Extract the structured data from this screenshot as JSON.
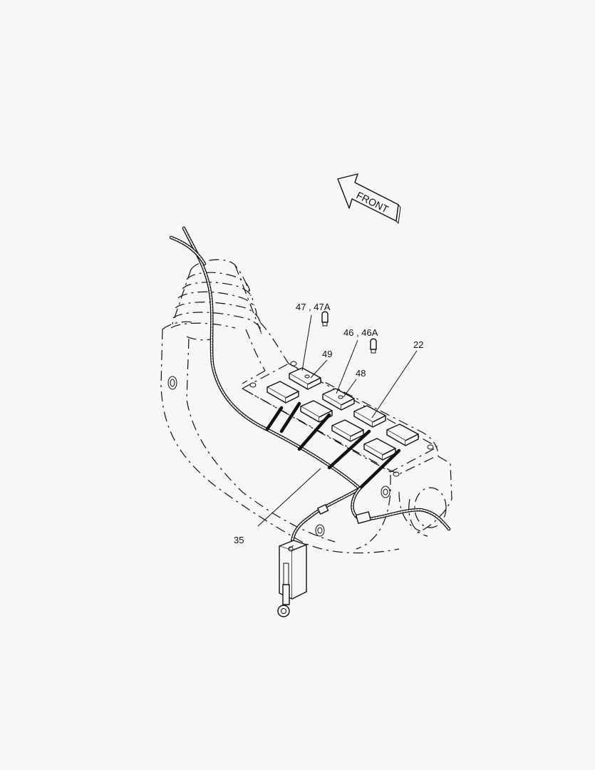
{
  "diagram": {
    "direction_label": "FRONT",
    "callouts": [
      {
        "id": "c47",
        "text": "47 , 47A"
      },
      {
        "id": "c46",
        "text": "46 , 46A"
      },
      {
        "id": "c49",
        "text": "49"
      },
      {
        "id": "c48",
        "text": "48"
      },
      {
        "id": "c22",
        "text": "22"
      },
      {
        "id": "c35",
        "text": "35"
      }
    ]
  }
}
